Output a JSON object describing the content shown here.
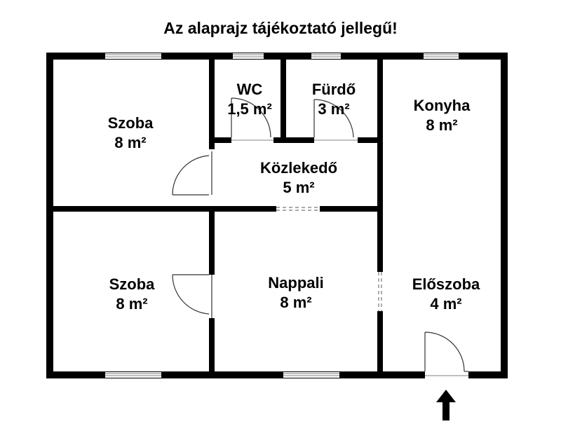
{
  "header": {
    "note": "Az alaprajz tájékoztató jellegű!"
  },
  "rooms": [
    {
      "name": "Szoba",
      "area": "8 m²"
    },
    {
      "name": "WC",
      "area": "1,5 m²"
    },
    {
      "name": "Fürdő",
      "area": "3 m²"
    },
    {
      "name": "Konyha",
      "area": "8 m²"
    },
    {
      "name": "Közlekedő",
      "area": "5 m²"
    },
    {
      "name": "Szoba",
      "area": "8 m²"
    },
    {
      "name": "Nappali",
      "area": "8 m²"
    },
    {
      "name": "Előszoba",
      "area": "4 m²"
    }
  ],
  "entrance": {
    "icon": "arrow-up-icon"
  },
  "colors": {
    "wall": "#000000",
    "window": "#9a9a9a"
  }
}
